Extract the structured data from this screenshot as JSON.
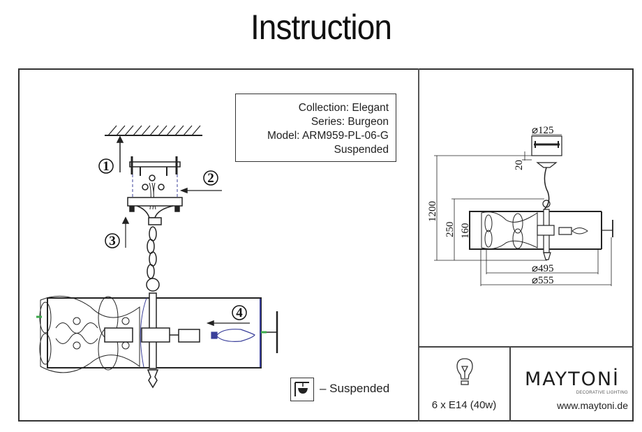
{
  "header": {
    "title": "Instruction"
  },
  "product_info": {
    "collection": "Collection: Elegant",
    "series": "Series: Burgeon",
    "model": "Model: ARM959-PL-06-G",
    "type": "Suspended"
  },
  "steps": [
    "1",
    "2",
    "3",
    "4"
  ],
  "legend": {
    "icon": "suspended-mount-icon",
    "text": "– Suspended"
  },
  "dimensions": {
    "canopy_diameter": "⌀125",
    "canopy_height": "20",
    "total_height": "1200",
    "body_height": "250",
    "shade_height": "160",
    "shade_diameter": "⌀495",
    "total_diameter": "⌀555"
  },
  "bulb": {
    "icon": "light-bulb-icon",
    "label": "6 x E14 (40w)"
  },
  "brand": {
    "name": "MAYTONİ",
    "tagline": "DECORATIVE LIGHTING",
    "url": "www.maytoni.de"
  },
  "colors": {
    "line": "#222222",
    "wire": "#3a3f9a",
    "accent_green": "#3aa84a"
  }
}
